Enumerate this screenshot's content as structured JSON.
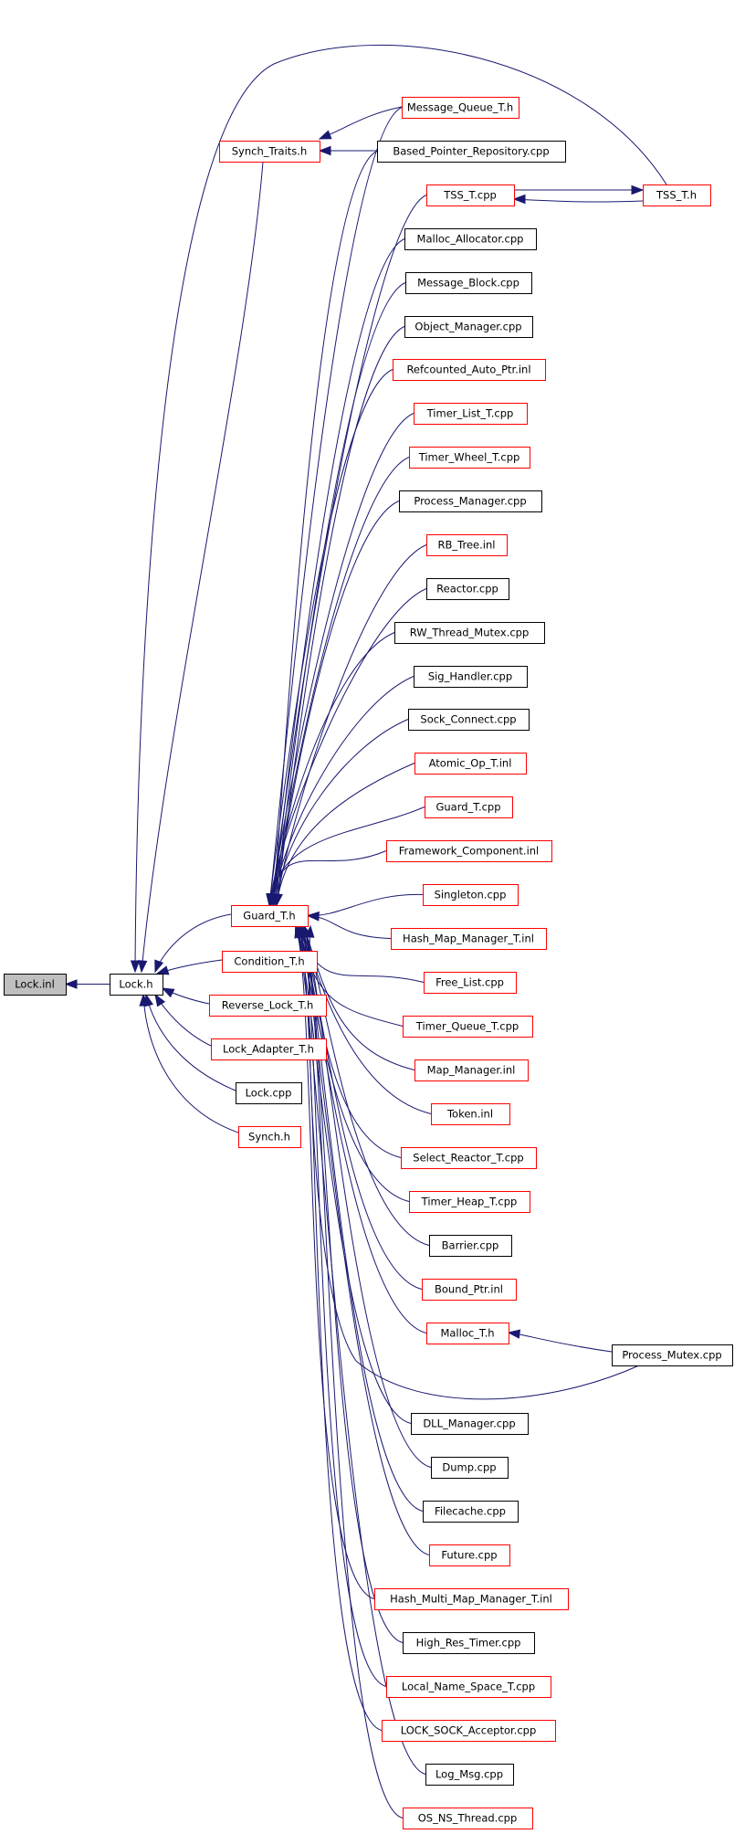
{
  "colors": {
    "edge": "#191970",
    "border_red": "#ff0000",
    "border_black": "#000000",
    "root_fill": "#bfbfbf"
  },
  "nodes": {
    "lock_inl": {
      "label": "Lock.inl",
      "style": "root"
    },
    "lock_h": {
      "label": "Lock.h",
      "style": "black"
    },
    "synch_traits": {
      "label": "Synch_Traits.h",
      "style": "red"
    },
    "message_queue": {
      "label": "Message_Queue_T.h",
      "style": "red"
    },
    "based_pointer": {
      "label": "Based_Pointer_Repository.cpp",
      "style": "black"
    },
    "tss_t_cpp": {
      "label": "TSS_T.cpp",
      "style": "red"
    },
    "tss_t_h": {
      "label": "TSS_T.h",
      "style": "red"
    },
    "malloc_alloc": {
      "label": "Malloc_Allocator.cpp",
      "style": "black"
    },
    "message_block": {
      "label": "Message_Block.cpp",
      "style": "black"
    },
    "object_manager": {
      "label": "Object_Manager.cpp",
      "style": "black"
    },
    "refcounted": {
      "label": "Refcounted_Auto_Ptr.inl",
      "style": "red"
    },
    "timer_list": {
      "label": "Timer_List_T.cpp",
      "style": "red"
    },
    "timer_wheel": {
      "label": "Timer_Wheel_T.cpp",
      "style": "red"
    },
    "process_manager": {
      "label": "Process_Manager.cpp",
      "style": "black"
    },
    "rb_tree": {
      "label": "RB_Tree.inl",
      "style": "red"
    },
    "reactor": {
      "label": "Reactor.cpp",
      "style": "black"
    },
    "rw_thread_mutex": {
      "label": "RW_Thread_Mutex.cpp",
      "style": "black"
    },
    "sig_handler": {
      "label": "Sig_Handler.cpp",
      "style": "black"
    },
    "sock_connect": {
      "label": "Sock_Connect.cpp",
      "style": "black"
    },
    "atomic_op": {
      "label": "Atomic_Op_T.inl",
      "style": "red"
    },
    "guard_t_cpp": {
      "label": "Guard_T.cpp",
      "style": "red"
    },
    "framework": {
      "label": "Framework_Component.inl",
      "style": "red"
    },
    "guard_t_h": {
      "label": "Guard_T.h",
      "style": "red"
    },
    "singleton": {
      "label": "Singleton.cpp",
      "style": "red"
    },
    "hash_map_mgr": {
      "label": "Hash_Map_Manager_T.inl",
      "style": "red"
    },
    "condition": {
      "label": "Condition_T.h",
      "style": "red"
    },
    "free_list": {
      "label": "Free_List.cpp",
      "style": "red"
    },
    "reverse_lock": {
      "label": "Reverse_Lock_T.h",
      "style": "red"
    },
    "timer_queue": {
      "label": "Timer_Queue_T.cpp",
      "style": "red"
    },
    "lock_adapter": {
      "label": "Lock_Adapter_T.h",
      "style": "red"
    },
    "map_manager": {
      "label": "Map_Manager.inl",
      "style": "red"
    },
    "lock_cpp": {
      "label": "Lock.cpp",
      "style": "black"
    },
    "token": {
      "label": "Token.inl",
      "style": "red"
    },
    "synch_h": {
      "label": "Synch.h",
      "style": "red"
    },
    "select_reactor": {
      "label": "Select_Reactor_T.cpp",
      "style": "red"
    },
    "timer_heap": {
      "label": "Timer_Heap_T.cpp",
      "style": "red"
    },
    "barrier": {
      "label": "Barrier.cpp",
      "style": "black"
    },
    "bound_ptr": {
      "label": "Bound_Ptr.inl",
      "style": "red"
    },
    "malloc_t": {
      "label": "Malloc_T.h",
      "style": "red"
    },
    "process_mutex": {
      "label": "Process_Mutex.cpp",
      "style": "black"
    },
    "dll_manager": {
      "label": "DLL_Manager.cpp",
      "style": "black"
    },
    "dump": {
      "label": "Dump.cpp",
      "style": "black"
    },
    "filecache": {
      "label": "Filecache.cpp",
      "style": "black"
    },
    "future": {
      "label": "Future.cpp",
      "style": "red"
    },
    "hash_multi_map": {
      "label": "Hash_Multi_Map_Manager_T.inl",
      "style": "red"
    },
    "high_res_timer": {
      "label": "High_Res_Timer.cpp",
      "style": "black"
    },
    "local_name": {
      "label": "Local_Name_Space_T.cpp",
      "style": "red"
    },
    "lock_sock": {
      "label": "LOCK_SOCK_Acceptor.cpp",
      "style": "red"
    },
    "log_msg": {
      "label": "Log_Msg.cpp",
      "style": "black"
    },
    "os_ns_thread": {
      "label": "OS_NS_Thread.cpp",
      "style": "red"
    }
  }
}
